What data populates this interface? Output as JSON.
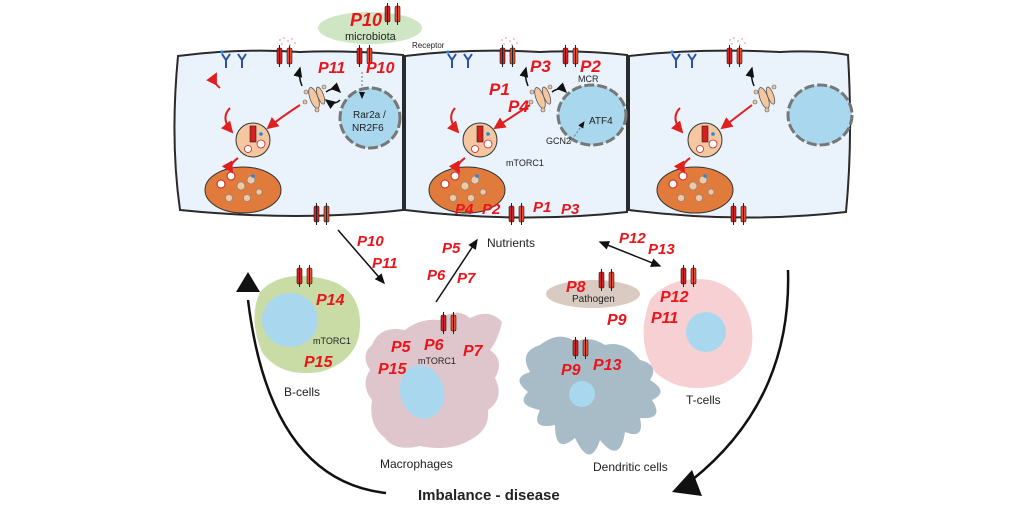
{
  "colors": {
    "epithelium_fill": "#eaf3fb",
    "epithelium_stroke": "#2a2a2a",
    "nucleus": "#a9d8ee",
    "lysosome": "#e07b3c",
    "endosome": "#f4c7a1",
    "receptor_red": "#d81e1e",
    "receptor_blue": "#2d4fa8",
    "p_label": "#e8161b",
    "microbiota": "#cfe6c4",
    "pathogen": "#d9cbc1",
    "b_cell": "#c9dca5",
    "macrophage": "#dfc6cd",
    "dendritic": "#a8bcc8",
    "t_cell": "#f6d0d3",
    "arrow": "#111111"
  },
  "epithelium": {
    "cells": [
      {
        "id": "left",
        "nucleus_label": "Rar2a /\nNR2F6",
        "nucleus_line1": "Rar2a /",
        "nucleus_line2": "NR2F6"
      },
      {
        "id": "middle",
        "nucleus_label": "ATF4",
        "lysosome_label": "mTORC1",
        "gcn2_label": "GCN2",
        "mcr_label": "MCR"
      },
      {
        "id": "right"
      }
    ],
    "receptor_label": "Receptor",
    "microbiota_label": "microbiota",
    "p_labels": {
      "microbiota": "P10",
      "left_top_1": "P11",
      "left_top_2": "P10",
      "mid_p1": "P1",
      "mid_p3": "P3",
      "mid_p2": "P2",
      "mid_p4": "P4",
      "bottom_p4": "P4",
      "bottom_p2": "P2",
      "bottom_p1": "P1",
      "bottom_p3": "P3"
    }
  },
  "nutrients_label": "Nutrients",
  "arrows": {
    "to_macrophage": [
      "P10",
      "P11"
    ],
    "from_macrophage": [
      "P5",
      "P6",
      "P7"
    ],
    "to_tcell": [
      "P12",
      "P13"
    ]
  },
  "immune_cells": {
    "b_cells": {
      "label": "B-cells",
      "inner": "mTORC1",
      "p_labels": [
        "P14",
        "P15"
      ]
    },
    "macrophages": {
      "label": "Macrophages",
      "inner": "mTORC1",
      "p_labels": [
        "P5",
        "P6",
        "P7",
        "P15"
      ]
    },
    "pathogen": {
      "label": "Pathogen",
      "p_labels": [
        "P8"
      ]
    },
    "dendritic_cells": {
      "label": "Dendritic cells",
      "p_labels": [
        "P9",
        "P13"
      ],
      "between": "P9"
    },
    "t_cells": {
      "label": "T-cells",
      "p_labels": [
        "P12",
        "P11"
      ]
    }
  },
  "footer_label": "Imbalance - disease"
}
